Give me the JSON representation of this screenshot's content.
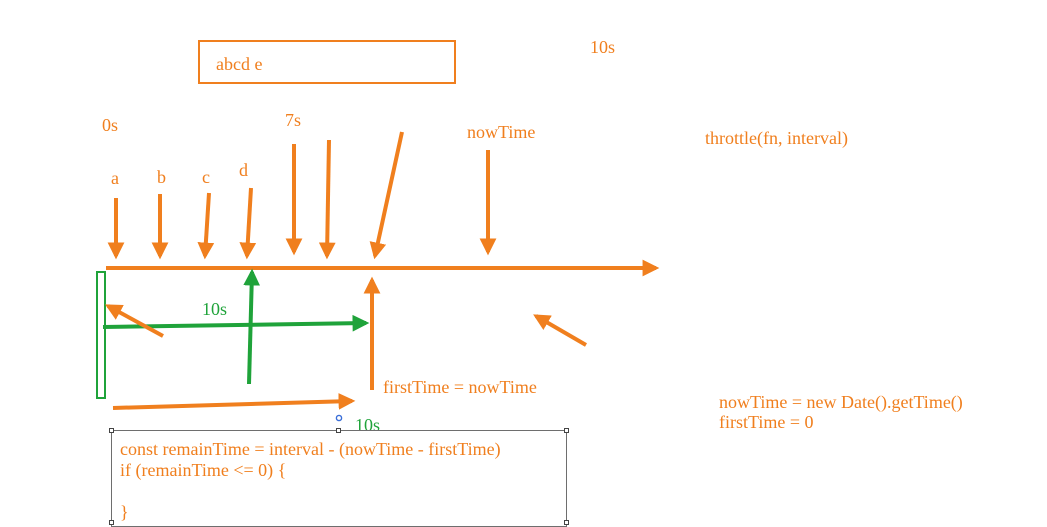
{
  "diagram": {
    "box_text": "abcd   e",
    "top_right_time": "10s",
    "time_start": "0s",
    "time_mid": "7s",
    "now_time_label": "nowTime",
    "signature": "throttle(fn, interval)",
    "events": [
      "a",
      "b",
      "c",
      "d"
    ],
    "interval_green_label": "10s",
    "interval_bottom_label": "10s",
    "assign_label": "firstTime = nowTime",
    "init_lines": [
      "nowTime = new Date().getTime()",
      "firstTime = 0"
    ],
    "code_lines": [
      "const remainTime = interval - (nowTime - firstTime)",
      "if (remainTime <= 0) {",
      "}"
    ]
  },
  "colors": {
    "orange": "#f07f1e",
    "green": "#1fa33a",
    "box_border": "#6e6e6e"
  }
}
